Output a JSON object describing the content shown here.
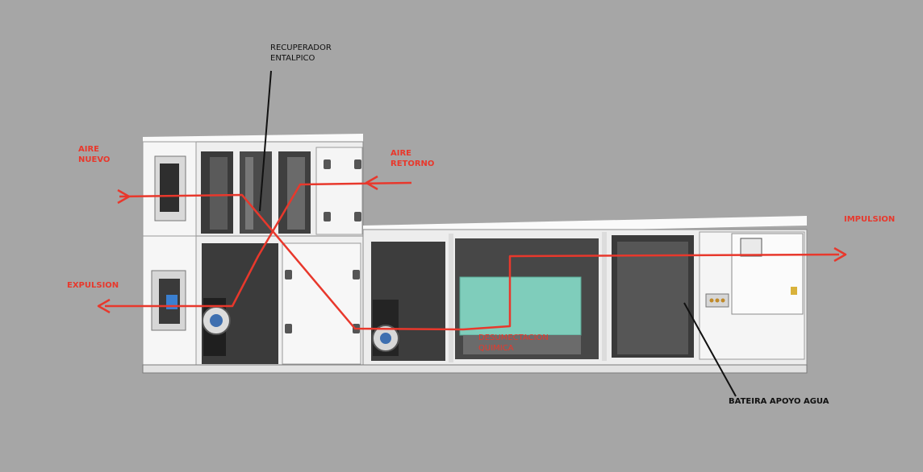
{
  "labels": {
    "recuperador": "RECUPERADOR\nENTALPICO",
    "aire_nuevo": "AIRE\nNUEVO",
    "aire_retorno": "AIRE\nRETORNO",
    "impulsion": "IMPULSION",
    "expulsion": "EXPULSION",
    "desumectacion": "DESUMECTACION\nQUIMICA",
    "bateria": "BATEIRA APOYO AGUA"
  },
  "colors": {
    "background": "#a6a6a6",
    "airflow": "#e8382c",
    "callout": "#111111",
    "unit_casing": "#f1f1f1",
    "desiccant": "#7fcdbb"
  }
}
